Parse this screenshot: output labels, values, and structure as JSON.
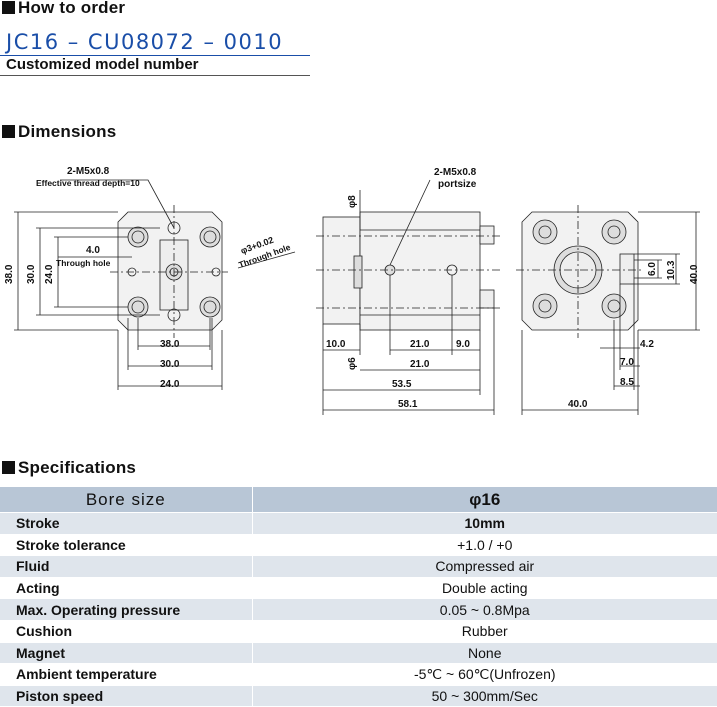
{
  "order": {
    "section_title": "How to order",
    "model_number": "JC16 – CU08072 – 0010",
    "model_caption": "Customized model number"
  },
  "dimensions": {
    "section_title": "Dimensions",
    "callouts": {
      "thread_left": "2-M5x0.8",
      "thread_depth": "Effective thread depth=10",
      "thread_right": "2-M5x0.8",
      "portsize": "portsize",
      "through_hole": "Through hole",
      "through_hole_spec": "φ3+0.02",
      "through_hole2": "Through hole"
    },
    "front": {
      "h38": "38.0",
      "h30": "30.0",
      "h24": "24.0",
      "d4": "4.0",
      "w38": "38.0",
      "w30": "30.0",
      "w24": "24.0"
    },
    "side": {
      "phi8": "φ8",
      "phi6": "φ6",
      "d10": "10.0",
      "d21a": "21.0",
      "d9": "9.0",
      "d21b": "21.0",
      "d535": "53.5",
      "d581": "58.1"
    },
    "back": {
      "v6": "6.0",
      "v103": "10.3",
      "v40": "40.0",
      "d42": "4.2",
      "d70": "7.0",
      "d85": "8.5",
      "w40": "40.0"
    }
  },
  "specifications": {
    "section_title": "Specifications",
    "header": {
      "label": "Bore size",
      "value": "φ16"
    },
    "rows": [
      {
        "label": "Stroke",
        "value": "10mm"
      },
      {
        "label": "Stroke tolerance",
        "value": "+1.0 / +0"
      },
      {
        "label": "Fluid",
        "value": "Compressed air"
      },
      {
        "label": "Acting",
        "value": "Double acting"
      },
      {
        "label": "Max. Operating pressure",
        "value": "0.05 ~ 0.8Mpa"
      },
      {
        "label": "Cushion",
        "value": "Rubber"
      },
      {
        "label": "Magnet",
        "value": "None"
      },
      {
        "label": "Ambient temperature",
        "value": "-5℃ ~ 60℃(Unfrozen)"
      },
      {
        "label": "Piston speed",
        "value": "50 ~ 300mm/Sec"
      }
    ]
  },
  "colors": {
    "accent": "#1a4ea8",
    "header_bg": "#b8c6d6",
    "row_alt": "#dfe5ec"
  }
}
